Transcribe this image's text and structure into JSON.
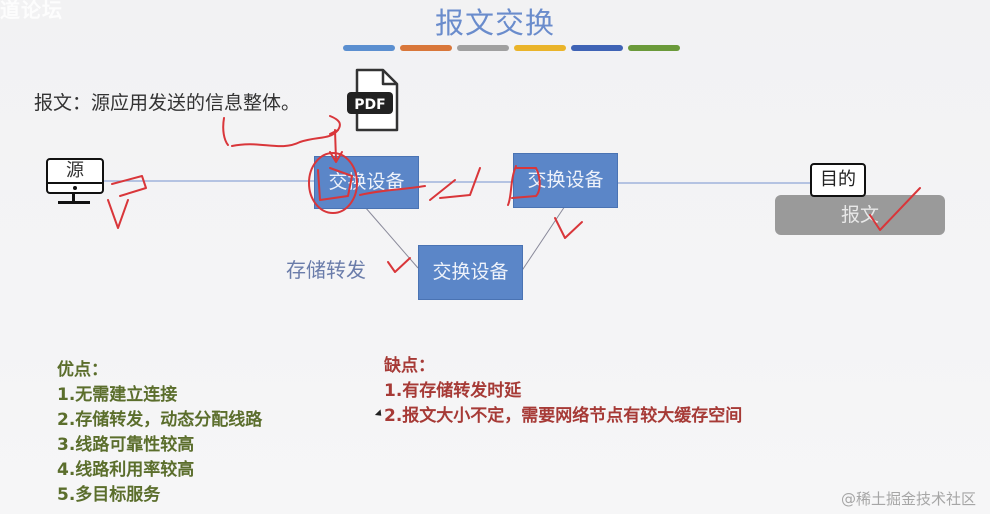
{
  "watermark_top": "道论坛",
  "slide": {
    "title": "报文交换",
    "accent_bars": [
      "#5b8fd0",
      "#d9773a",
      "#a0a0a0",
      "#eab42a",
      "#3f63b5",
      "#6b9a3a"
    ],
    "definition": "报文：源应用发送的信息整体。",
    "pdf_icon_label": "PDF"
  },
  "diagram": {
    "source_label": "源",
    "switch_nodes": [
      "交换设备",
      "交换设备",
      "交换设备"
    ],
    "destination_label": "目的",
    "message_box_label": "报文",
    "store_forward_label": "存储转发",
    "colors": {
      "node_fill": "#5b86c8",
      "line": "#8fa6d6",
      "ink": "#d9363a"
    }
  },
  "pros": {
    "heading": "优点：",
    "items": [
      "1.无需建立连接",
      "2.存储转发，动态分配线路",
      "3.线路可靠性较高",
      "4.线路利用率较高",
      "5.多目标服务"
    ]
  },
  "cons": {
    "heading": "缺点：",
    "items": [
      "1.有存储转发时延",
      "2.报文大小不定，需要网络节点有较大缓存空间"
    ]
  },
  "footer_watermark": "@稀土掘金技术社区"
}
